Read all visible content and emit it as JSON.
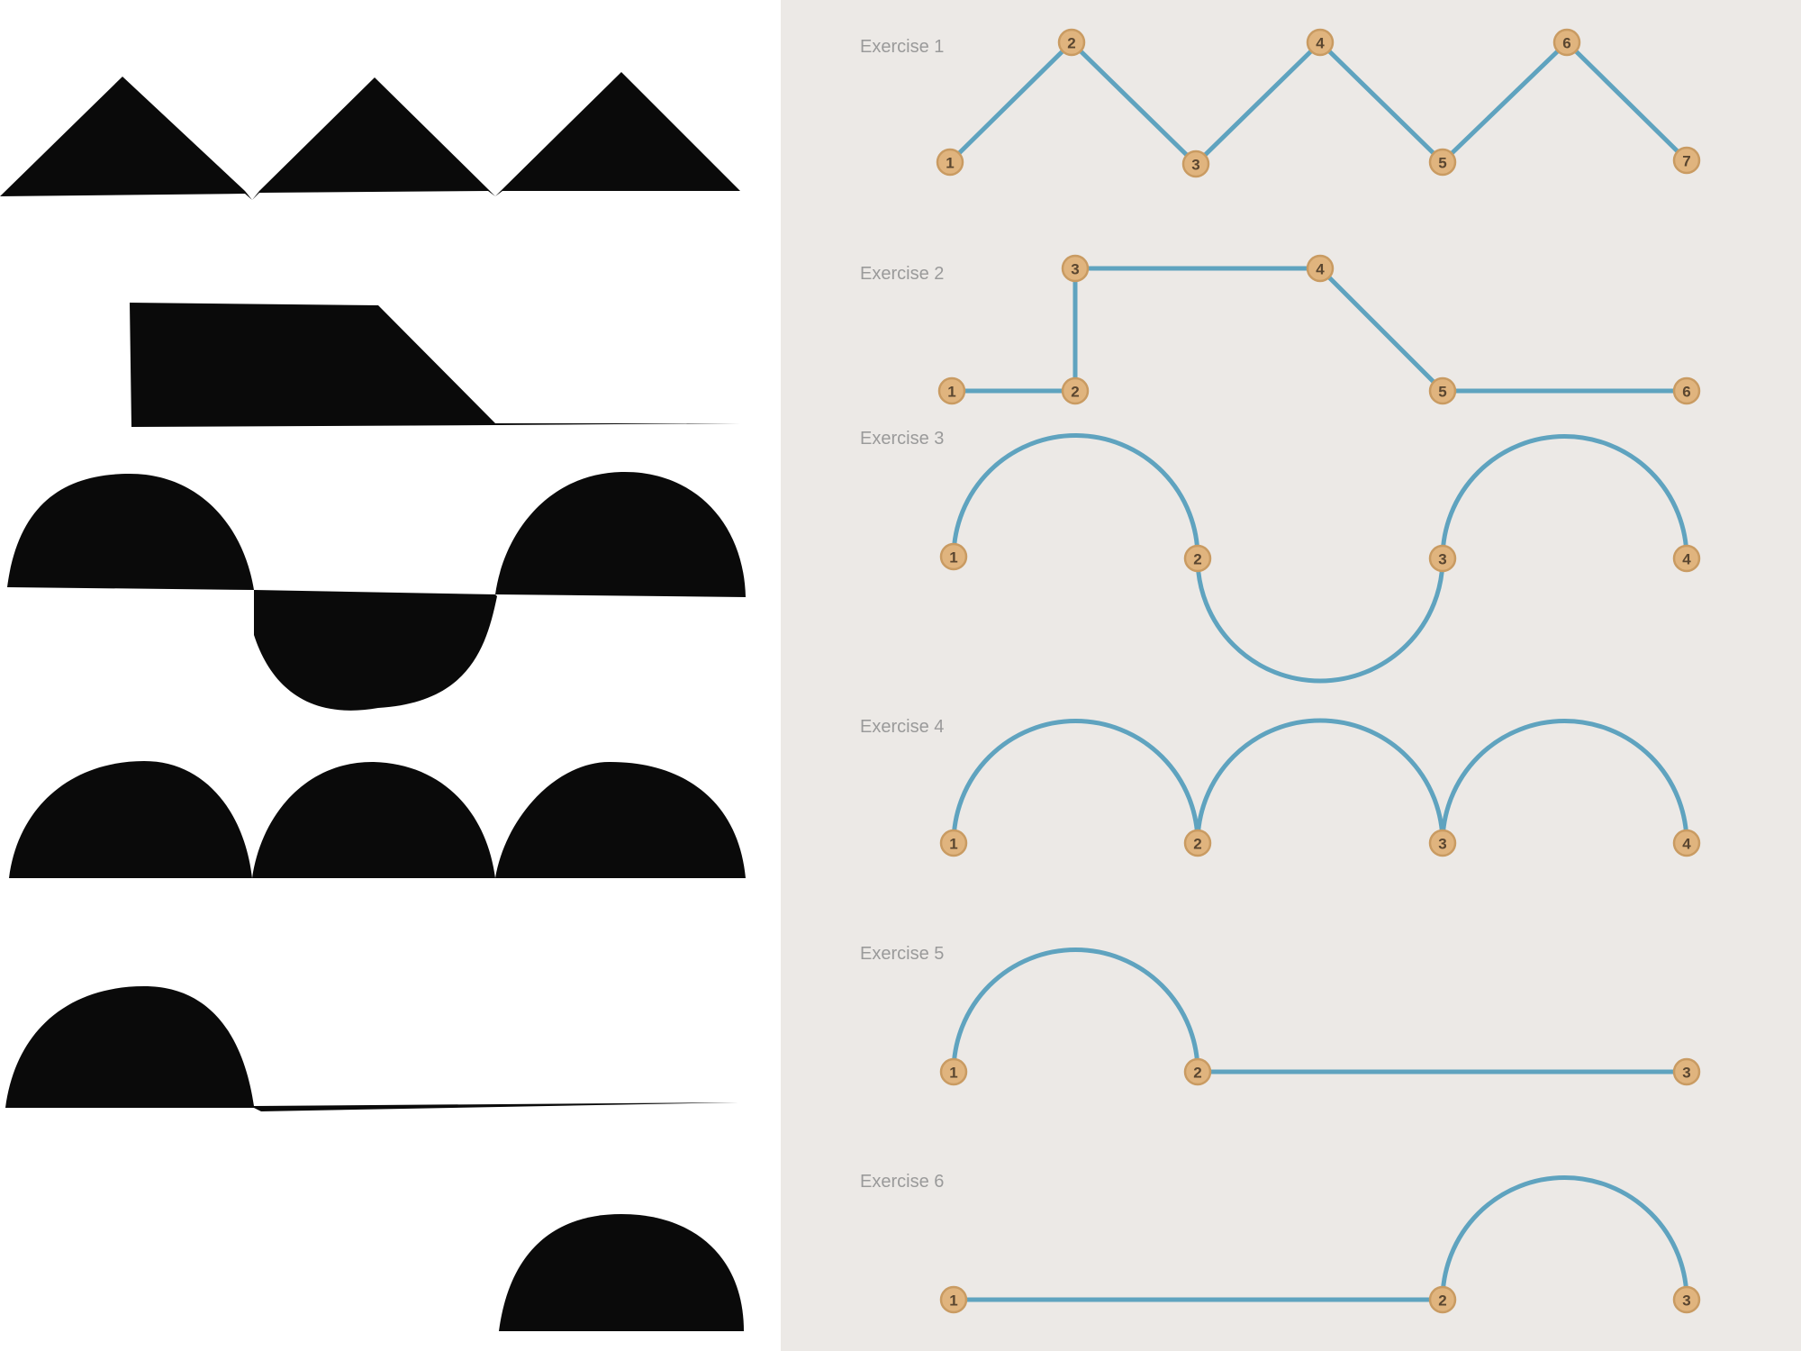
{
  "colors": {
    "right_background": "#ece9e6",
    "left_background": "#ffffff",
    "shape_fill": "#0a0a0a",
    "line": "#5fa3bf",
    "node_fill": "#e0b47e",
    "node_stroke": "#c99b62",
    "node_text": "#5a4630",
    "label": "#9a9a9a"
  },
  "exercises": [
    {
      "label": "Exercise 1",
      "nodes": [
        "1",
        "2",
        "3",
        "4",
        "5",
        "6",
        "7"
      ]
    },
    {
      "label": "Exercise 2",
      "nodes": [
        "1",
        "2",
        "3",
        "4",
        "5",
        "6"
      ]
    },
    {
      "label": "Exercise 3",
      "nodes": [
        "1",
        "2",
        "3",
        "4"
      ]
    },
    {
      "label": "Exercise 4",
      "nodes": [
        "1",
        "2",
        "3",
        "4"
      ]
    },
    {
      "label": "Exercise 5",
      "nodes": [
        "1",
        "2",
        "3"
      ]
    },
    {
      "label": "Exercise 6",
      "nodes": [
        "1",
        "2",
        "3"
      ]
    }
  ]
}
